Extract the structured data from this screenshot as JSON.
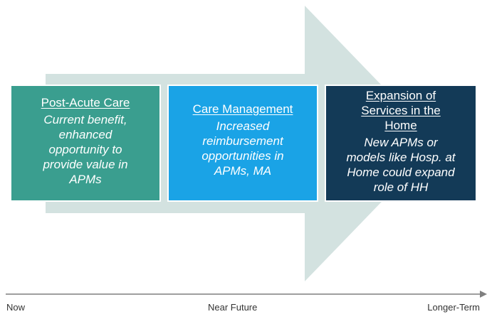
{
  "colors": {
    "arrow": "#d3e2e0",
    "post_acute": "#3a9e8f",
    "care_management": "#1aa3e6",
    "expansion": "#133a57",
    "timeline": "#7f7f7f"
  },
  "boxes": [
    {
      "title": "Post-Acute Care",
      "body": "Current benefit,\nenhanced\nopportunity to\nprovide value in\nAPMs"
    },
    {
      "title": "Care Management",
      "body": "Increased\nreimbursement\nopportunities in\nAPMs, MA"
    },
    {
      "title": "Expansion of\nServices in the\nHome",
      "body": "New APMs or\nmodels like Hosp. at\nHome could expand\nrole of HH"
    }
  ],
  "timeline": {
    "labels": [
      "Now",
      "Near Future",
      "Longer-Term"
    ]
  }
}
